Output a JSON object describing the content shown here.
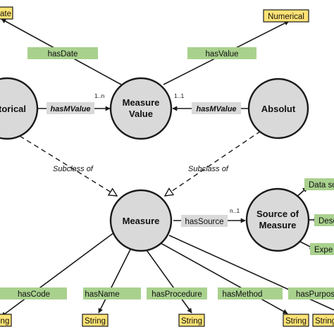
{
  "nodes": {
    "historical": "torical",
    "measure_value": [
      "Measure",
      "Value"
    ],
    "absolut": "Absolut",
    "measure": "Measure",
    "source_of_measure": [
      "Source of",
      "Measure"
    ]
  },
  "literals": {
    "date": "ate",
    "numerical": "Numerical",
    "code_string": "ing",
    "name_string": "String",
    "procedure_string": "String",
    "method_string": "String",
    "purpose_string": "String"
  },
  "properties": {
    "has_date": "hasDate",
    "has_value": "hasValue",
    "has_code": "hasCode",
    "has_name": "hasName",
    "has_procedure": "hasProcedure",
    "has_method": "hasMethod",
    "has_purpose": "hasPurpose",
    "data_source": "Data so",
    "description": "Desc",
    "expert": "Expe"
  },
  "relations": {
    "has_mvalue_left": "hasMValue",
    "has_mvalue_right": "hasMValue",
    "has_source": "hasSource"
  },
  "subclass": {
    "left": "Subclass of",
    "right": "Subclass of"
  },
  "cardinalities": {
    "left_mvalue": "1..n",
    "right_mvalue": "1..1",
    "source": "n..1"
  }
}
